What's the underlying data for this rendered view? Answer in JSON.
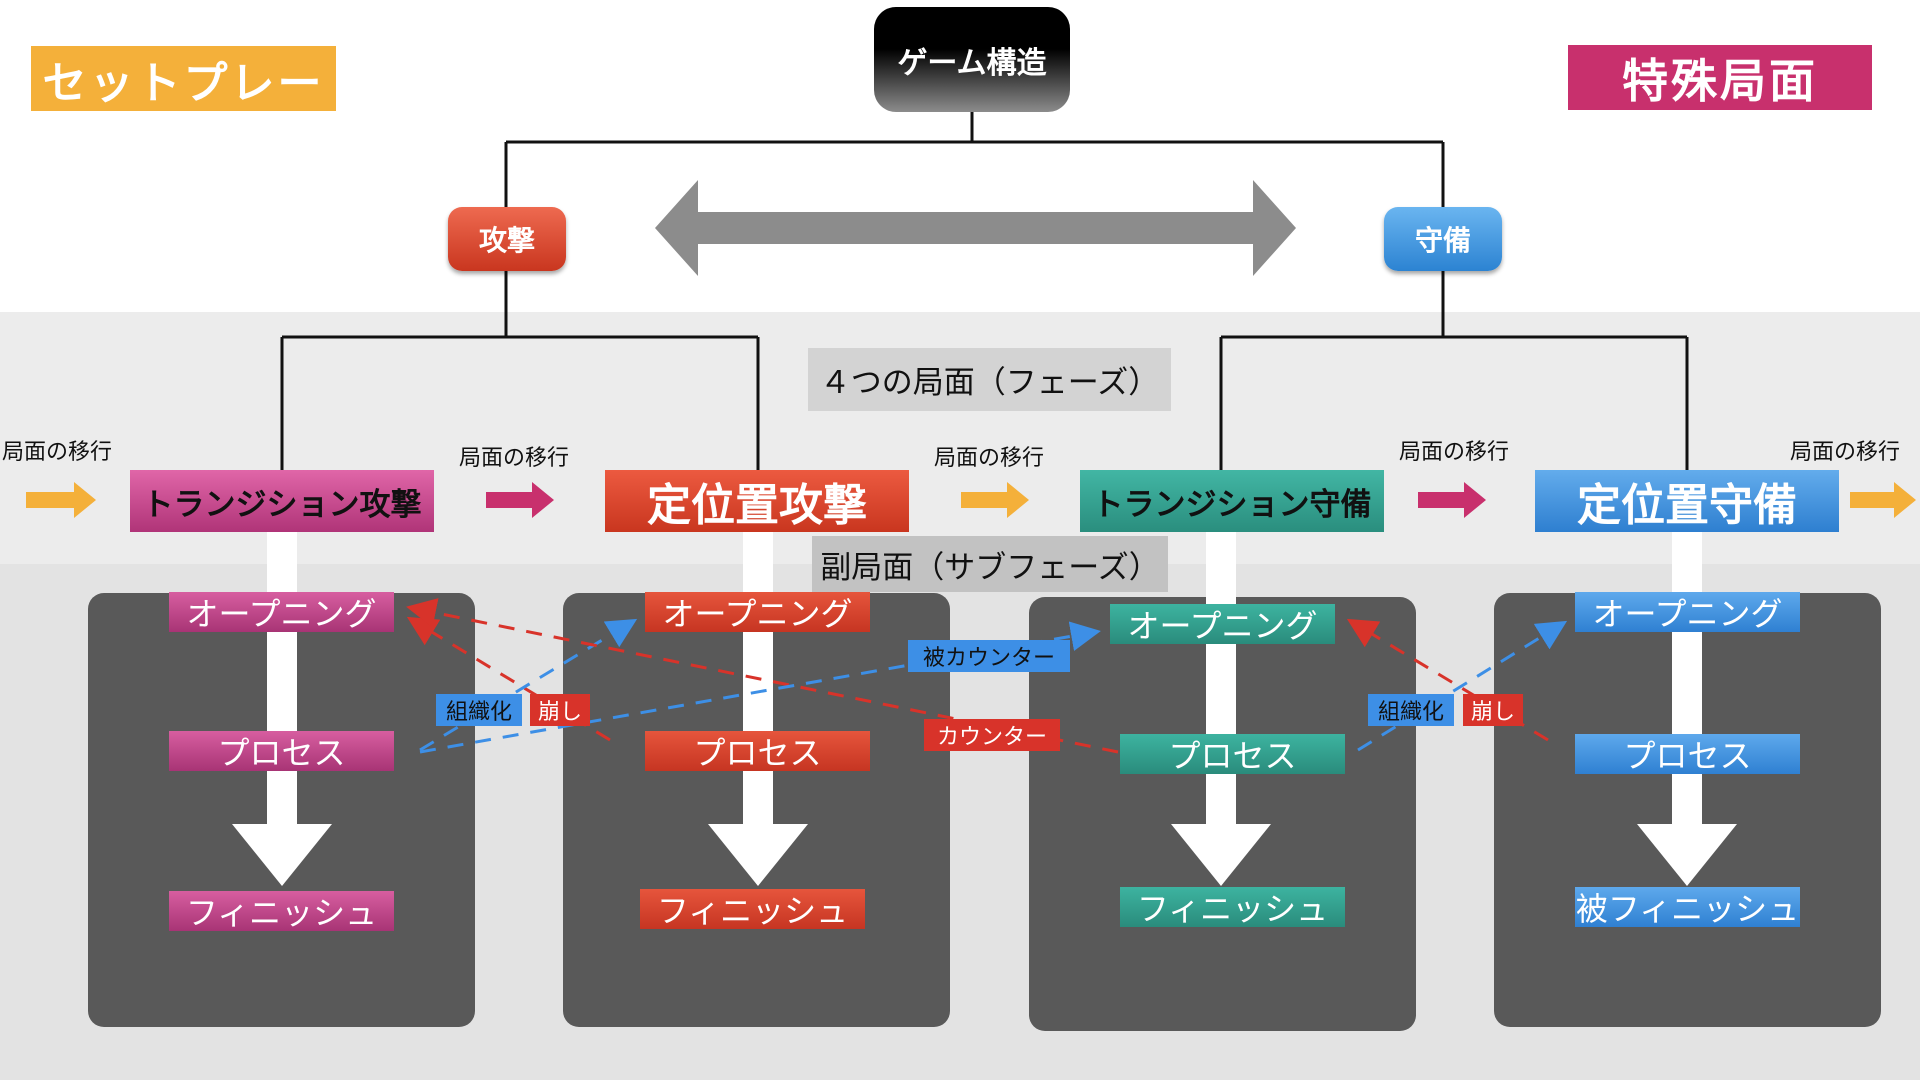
{
  "title": "ゲーム構造",
  "set_play": "セットプレー",
  "special": "特殊局面",
  "attack": "攻撃",
  "defense": "守備",
  "phases_label": "４つの局面（フェーズ）",
  "subphases_label": "副局面（サブフェーズ）",
  "transition_label": "局面の移行",
  "phases": [
    {
      "label": "トランジション攻撃"
    },
    {
      "label": "定位置攻撃"
    },
    {
      "label": "トランジション守備"
    },
    {
      "label": "定位置守備"
    }
  ],
  "columns": [
    {
      "opening": "オープニング",
      "process": "プロセス",
      "finish": "フィニッシュ"
    },
    {
      "opening": "オープニング",
      "process": "プロセス",
      "finish": "フィニッシュ"
    },
    {
      "opening": "オープニング",
      "process": "プロセス",
      "finish": "フィニッシュ"
    },
    {
      "opening": "オープニング",
      "process": "プロセス",
      "finish": "被フィニッシュ"
    }
  ],
  "links": {
    "organize": "組織化",
    "break": "崩し",
    "counter_received": "被カウンター",
    "counter": "カウンター"
  },
  "colors": {
    "orange": "#f4b03a",
    "magenta": "#c8306d",
    "attack_red": "#c9361f",
    "defense_blue": "#2e7fd0",
    "teal": "#2a8e7e",
    "dash_red": "#d8332a",
    "dash_blue": "#3d8fe6"
  }
}
